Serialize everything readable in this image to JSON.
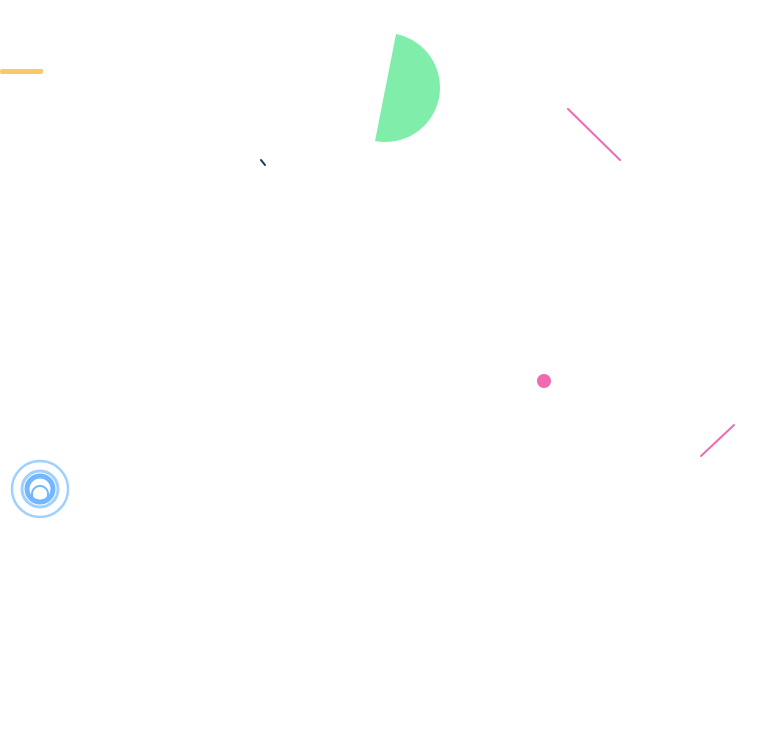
{
  "scene": {
    "background": "#ffffff",
    "colors": {
      "orange": "#fbc868",
      "green": "#80eeaa",
      "navy": "#1f3a5a",
      "pink": "#f06ab0",
      "blue_ring": "#9fd0ff",
      "blue_ring_dark": "#74b7ff"
    },
    "shapes": [
      "orange-bar",
      "green-half-disc",
      "navy-tick",
      "pink-diagonal-line-top",
      "pink-dot",
      "pink-diagonal-line-bottom",
      "blue-concentric-rings"
    ]
  }
}
